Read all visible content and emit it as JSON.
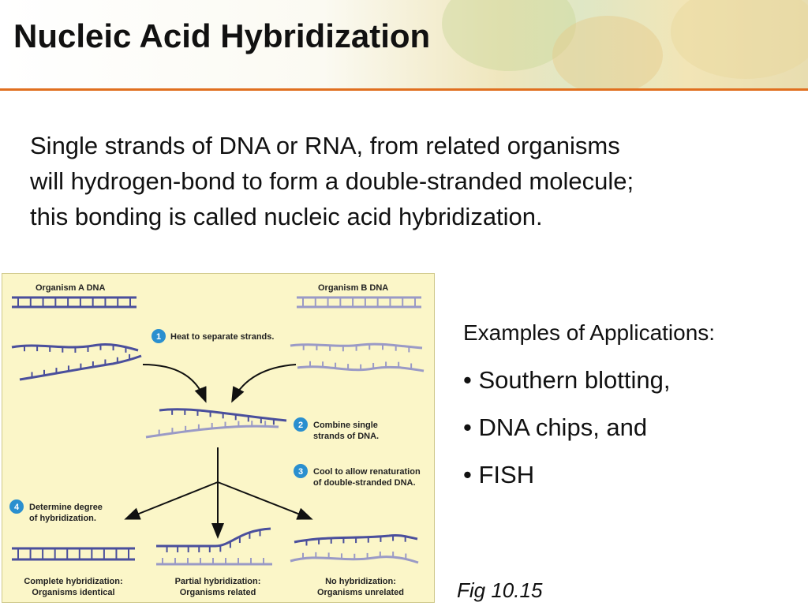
{
  "slide": {
    "title": "Nucleic Acid Hybridization",
    "intro_lines": [
      "Single strands of DNA or RNA, from related organisms",
      "will hydrogen-bond to form a double-stranded molecule;",
      "this bonding is called nucleic acid hybridization."
    ],
    "applications_heading": "Examples of Applications:",
    "applications": [
      "• Southern blotting,",
      "• DNA chips, and",
      "• FISH"
    ],
    "figure_caption": "Fig 10.15"
  },
  "figure": {
    "organism_a_label": "Organism A DNA",
    "organism_b_label": "Organism B DNA",
    "steps": [
      {
        "number": "1",
        "lines": [
          "Heat to separate strands."
        ]
      },
      {
        "number": "2",
        "lines": [
          "Combine single",
          "strands of DNA."
        ]
      },
      {
        "number": "3",
        "lines": [
          "Cool to allow renaturation",
          "of double-stranded DNA."
        ]
      },
      {
        "number": "4",
        "lines": [
          "Determine degree",
          "of hybridization."
        ]
      }
    ],
    "outcomes": [
      {
        "line1": "Complete hybridization:",
        "line2": "Organisms identical"
      },
      {
        "line1": "Partial hybridization:",
        "line2": "Organisms related"
      },
      {
        "line1": "No hybridization:",
        "line2": "Organisms unrelated"
      }
    ],
    "colors": {
      "strand_a": "#4a4f9c",
      "strand_b": "#9a9ac6",
      "step_badge": "#2a8fcf",
      "arrow": "#111111",
      "accent_rule": "#e06f1f"
    }
  }
}
